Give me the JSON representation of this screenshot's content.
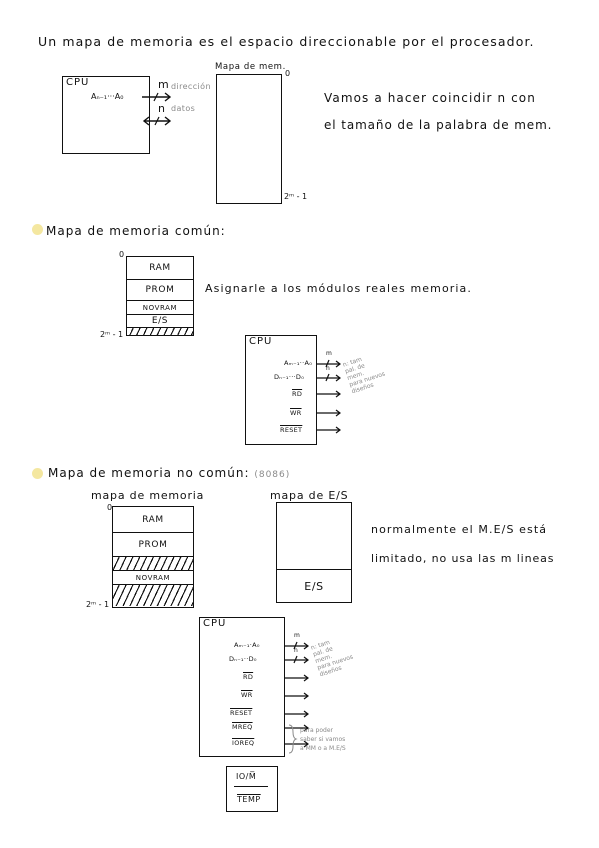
{
  "intro": {
    "line": "Un mapa de memoria es el espacio direccionable por el procesador."
  },
  "diagram1": {
    "cpu_label": "CPU",
    "address_pins": "Aₙ₋₁···A₀",
    "m_label": "m",
    "direccion_label": "dirección",
    "n_label": "n",
    "datos_label": "datos",
    "map_title": "Mapa de mem.",
    "top_address": "0",
    "bottom_address": "2ᵐ - 1",
    "note_line1": "Vamos a hacer coincidir n con",
    "note_line2": "el tamaño de la palabra de mem."
  },
  "section_comun": {
    "title": "Mapa de memoria común:",
    "top_address": "0",
    "bottom_address": "2ᵐ - 1",
    "blocks": [
      "RAM",
      "PROM",
      "NOVRAM",
      "E/S"
    ],
    "assign_note": "Asignarle a los módulos reales memoria.",
    "cpu": {
      "label": "CPU",
      "sig_addr": "Aₘ₋₁··A₀",
      "sig_data": "Dₙ₋₁···D₀",
      "m_label": "m",
      "n_label": "n",
      "rd": "RD",
      "wr": "WR",
      "reset": "RESET",
      "grey_note": [
        "n: tam",
        "pal. de",
        "mem.",
        "para nuevos",
        "diseños"
      ]
    }
  },
  "section_nocomun": {
    "title": "Mapa de memoria no común:",
    "chip": "(8086)",
    "map_title": "mapa de memoria",
    "es_map_title": "mapa de E/S",
    "top_address": "0",
    "bottom_address": "2ᵐ - 1",
    "blocks": [
      "RAM",
      "PROM",
      "",
      "NOVRAM",
      ""
    ],
    "es_block": "E/S",
    "note_line1": "normalmente el M.E/S está",
    "note_line2": "limitado, no usa las m lineas",
    "cpu": {
      "label": "CPU",
      "sig_addr": "Aₘ₋₁·A₀",
      "sig_data": "Dₙ₋₁··D₀",
      "m_label": "m",
      "n_label": "n",
      "rd": "RD",
      "wr": "WR",
      "reset": "RESET",
      "mreq": "MREQ",
      "ioreq": "IOREQ",
      "grey_note": [
        "n: tam",
        "pal. de",
        "mem.",
        "para nuevos",
        "diseños"
      ],
      "brace_note": [
        "para poder",
        "saber si vamos",
        "a MM o a M.E/S"
      ]
    },
    "alt_box": {
      "io_m": "IO/M̅",
      "temp": "TEMP"
    }
  }
}
